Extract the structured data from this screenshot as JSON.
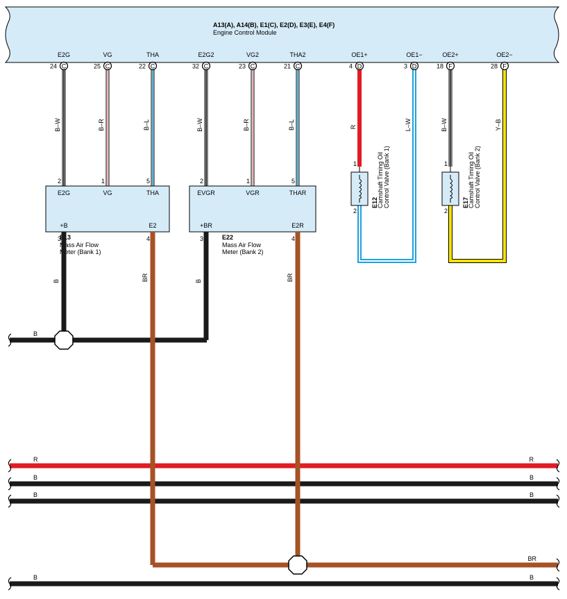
{
  "ecm": {
    "connectors": "A13(A), A14(B), E1(C), E2(D), E3(E), E4(F)",
    "name": "Engine Control Module",
    "pins": [
      {
        "label": "E2G",
        "num": "24",
        "conn": "C"
      },
      {
        "label": "VG",
        "num": "25",
        "conn": "C"
      },
      {
        "label": "THA",
        "num": "22",
        "conn": "C"
      },
      {
        "label": "E2G2",
        "num": "32",
        "conn": "C"
      },
      {
        "label": "VG2",
        "num": "23",
        "conn": "C"
      },
      {
        "label": "THA2",
        "num": "21",
        "conn": "C"
      },
      {
        "label": "OE1+",
        "num": "4",
        "conn": "D"
      },
      {
        "label": "OE1−",
        "num": "3",
        "conn": "D"
      },
      {
        "label": "OE2+",
        "num": "18",
        "conn": "F"
      },
      {
        "label": "OE2−",
        "num": "28",
        "conn": "F"
      }
    ]
  },
  "wire_colors": {
    "w1": "B–W",
    "w2": "B–R",
    "w3": "B–L",
    "w4": "B–W",
    "w5": "B–R",
    "w6": "B–L",
    "w7": "R",
    "w8": "L–W",
    "w9": "B–W",
    "w10": "Y–B"
  },
  "maf1": {
    "id": "E13",
    "name_line1": "Mass Air Flow",
    "name_line2": "Meter (Bank 1)",
    "top_pins": [
      {
        "label": "E2G",
        "num": "2"
      },
      {
        "label": "VG",
        "num": "1"
      },
      {
        "label": "THA",
        "num": "5"
      }
    ],
    "bottom_pins": [
      {
        "label": "+B",
        "num": "3"
      },
      {
        "label": "E2",
        "num": "4"
      }
    ]
  },
  "maf2": {
    "id": "E22",
    "name_line1": "Mass Air Flow",
    "name_line2": "Meter (Bank 2)",
    "top_pins": [
      {
        "label": "EVGR",
        "num": "2"
      },
      {
        "label": "VGR",
        "num": "1"
      },
      {
        "label": "THAR",
        "num": "5"
      }
    ],
    "bottom_pins": [
      {
        "label": "+BR",
        "num": "3"
      },
      {
        "label": "E2R",
        "num": "4"
      }
    ]
  },
  "ocv1": {
    "id": "E12",
    "name_line1": "Camshaft Timing Oil",
    "name_line2": "Control Valve (Bank 1)",
    "pin_top": "1",
    "pin_bottom": "2"
  },
  "ocv2": {
    "id": "E17",
    "name_line1": "Camshaft Timing Oil",
    "name_line2": "Control Valve (Bank 2)",
    "pin_top": "1",
    "pin_bottom": "2"
  },
  "lower_wires": {
    "maf1_b": "B",
    "maf1_br": "BR",
    "maf2_b": "B",
    "maf2_br": "BR"
  },
  "buses": [
    {
      "left": "B",
      "right": ""
    },
    {
      "left": "R",
      "right": "R"
    },
    {
      "left": "B",
      "right": "B"
    },
    {
      "left": "B",
      "right": "B"
    },
    {
      "left": "",
      "right": "BR"
    },
    {
      "left": "B",
      "right": "B"
    }
  ],
  "colors": {
    "ecm_fill": "#d6ebf8",
    "red": "#e01c24",
    "blue": "#1aa3dc",
    "yellow": "#f5e400",
    "brown": "#a65225",
    "pink": "#f29aa1",
    "black": "#1a1a1a"
  }
}
